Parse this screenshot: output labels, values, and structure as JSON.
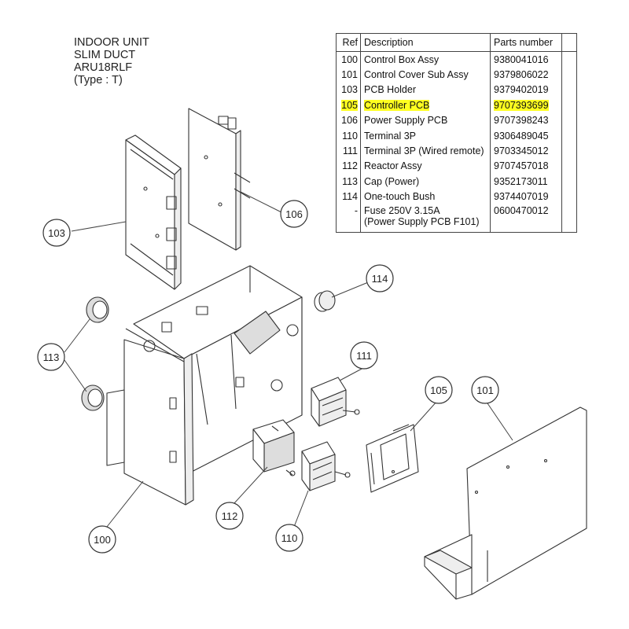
{
  "title": {
    "line1": "INDOOR UNIT",
    "line2": "SLIM DUCT",
    "line3": "ARU18RLF",
    "line4": "(Type : T)"
  },
  "table": {
    "headers": {
      "ref": "Ref",
      "description": "Description",
      "parts_number": "Parts number"
    },
    "rows": [
      {
        "ref": "100",
        "description": "Control Box Assy",
        "parts_number": "9380041016",
        "highlighted": false
      },
      {
        "ref": "101",
        "description": "Control Cover Sub Assy",
        "parts_number": "9379806022",
        "highlighted": false
      },
      {
        "ref": "103",
        "description": "PCB Holder",
        "parts_number": "9379402019",
        "highlighted": false
      },
      {
        "ref": "105",
        "description": "Controller PCB",
        "parts_number": "9707393699",
        "highlighted": true
      },
      {
        "ref": "106",
        "description": "Power Supply PCB",
        "parts_number": "9707398243",
        "highlighted": false
      },
      {
        "ref": "110",
        "description": "Terminal 3P",
        "parts_number": "9306489045",
        "highlighted": false
      },
      {
        "ref": "111",
        "description": "Terminal 3P (Wired remote)",
        "parts_number": "9703345012",
        "highlighted": false
      },
      {
        "ref": "112",
        "description": "Reactor Assy",
        "parts_number": "9707457018",
        "highlighted": false
      },
      {
        "ref": "113",
        "description": "Cap (Power)",
        "parts_number": "9352173011",
        "highlighted": false
      },
      {
        "ref": "114",
        "description": "One-touch Bush",
        "parts_number": "9374407019",
        "highlighted": false
      },
      {
        "ref": "-",
        "description": "Fuse 250V 3.15A",
        "description_line2": "(Power Supply PCB F101)",
        "parts_number": "0600470012",
        "highlighted": false
      }
    ]
  },
  "callouts": [
    "103",
    "106",
    "114",
    "113",
    "111",
    "105",
    "101",
    "112",
    "110",
    "100"
  ],
  "colors": {
    "highlight": "#ffff20",
    "line": "#333333"
  }
}
